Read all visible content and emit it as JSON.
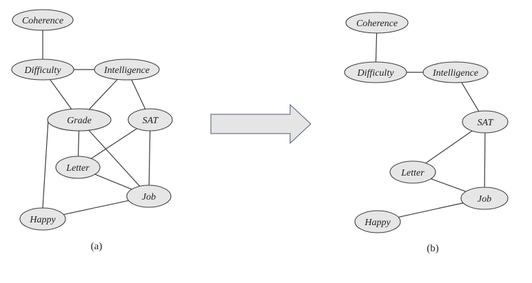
{
  "figure": {
    "arrow_icon": "right-arrow-icon",
    "graphs": [
      {
        "id": "a",
        "caption": "(a)",
        "nodes": [
          {
            "id": "coherence",
            "label": "Coherence"
          },
          {
            "id": "difficulty",
            "label": "Difficulty"
          },
          {
            "id": "intelligence",
            "label": "Intelligence"
          },
          {
            "id": "grade",
            "label": "Grade"
          },
          {
            "id": "sat",
            "label": "SAT"
          },
          {
            "id": "letter",
            "label": "Letter"
          },
          {
            "id": "job",
            "label": "Job"
          },
          {
            "id": "happy",
            "label": "Happy"
          }
        ],
        "edges": [
          [
            "coherence",
            "difficulty"
          ],
          [
            "difficulty",
            "intelligence"
          ],
          [
            "difficulty",
            "grade"
          ],
          [
            "intelligence",
            "grade"
          ],
          [
            "intelligence",
            "sat"
          ],
          [
            "grade",
            "letter"
          ],
          [
            "grade",
            "job"
          ],
          [
            "grade",
            "happy"
          ],
          [
            "sat",
            "letter"
          ],
          [
            "sat",
            "job"
          ],
          [
            "letter",
            "job"
          ],
          [
            "job",
            "happy"
          ]
        ]
      },
      {
        "id": "b",
        "caption": "(b)",
        "nodes": [
          {
            "id": "coherence",
            "label": "Coherence"
          },
          {
            "id": "difficulty",
            "label": "Difficulty"
          },
          {
            "id": "intelligence",
            "label": "Intelligence"
          },
          {
            "id": "sat",
            "label": "SAT"
          },
          {
            "id": "letter",
            "label": "Letter"
          },
          {
            "id": "job",
            "label": "Job"
          },
          {
            "id": "happy",
            "label": "Happy"
          }
        ],
        "edges": [
          [
            "coherence",
            "difficulty"
          ],
          [
            "difficulty",
            "intelligence"
          ],
          [
            "intelligence",
            "sat"
          ],
          [
            "sat",
            "letter"
          ],
          [
            "sat",
            "job"
          ],
          [
            "letter",
            "job"
          ],
          [
            "job",
            "happy"
          ]
        ]
      }
    ]
  }
}
